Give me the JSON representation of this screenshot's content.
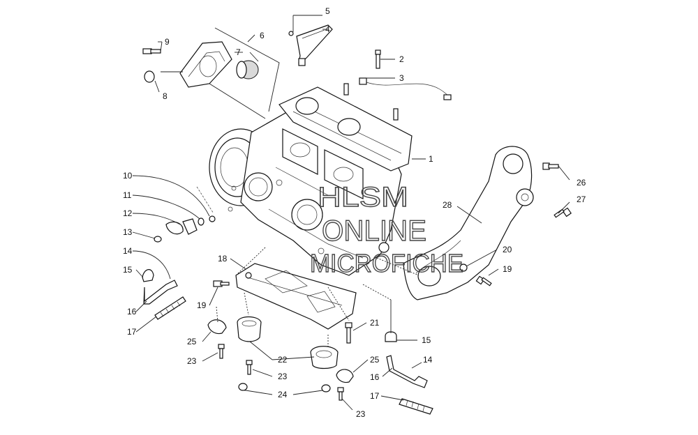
{
  "watermark": {
    "line1": "HLSM",
    "line2": "ONLINE",
    "line3": "MICROFICHE"
  },
  "callouts": [
    {
      "id": "c1",
      "number": "1"
    },
    {
      "id": "c2",
      "number": "2"
    },
    {
      "id": "c3",
      "number": "3"
    },
    {
      "id": "c4",
      "number": "4"
    },
    {
      "id": "c5",
      "number": "5"
    },
    {
      "id": "c6",
      "number": "6"
    },
    {
      "id": "c7",
      "number": "7"
    },
    {
      "id": "c8",
      "number": "8"
    },
    {
      "id": "c9",
      "number": "9"
    },
    {
      "id": "c10",
      "number": "10"
    },
    {
      "id": "c11",
      "number": "11"
    },
    {
      "id": "c12",
      "number": "12"
    },
    {
      "id": "c13",
      "number": "13"
    },
    {
      "id": "c14a",
      "number": "14"
    },
    {
      "id": "c15a",
      "number": "15"
    },
    {
      "id": "c16a",
      "number": "16"
    },
    {
      "id": "c17a",
      "number": "17"
    },
    {
      "id": "c18",
      "number": "18"
    },
    {
      "id": "c19a",
      "number": "19"
    },
    {
      "id": "c19b",
      "number": "19"
    },
    {
      "id": "c20",
      "number": "20"
    },
    {
      "id": "c21",
      "number": "21"
    },
    {
      "id": "c22",
      "number": "22"
    },
    {
      "id": "c23a",
      "number": "23"
    },
    {
      "id": "c23b",
      "number": "23"
    },
    {
      "id": "c23c",
      "number": "23"
    },
    {
      "id": "c24",
      "number": "24"
    },
    {
      "id": "c25a",
      "number": "25"
    },
    {
      "id": "c25b",
      "number": "25"
    },
    {
      "id": "c26",
      "number": "26"
    },
    {
      "id": "c27",
      "number": "27"
    },
    {
      "id": "c28",
      "number": "28"
    },
    {
      "id": "c15b",
      "number": "15"
    },
    {
      "id": "c14b",
      "number": "14"
    },
    {
      "id": "c16b",
      "number": "16"
    },
    {
      "id": "c17b",
      "number": "17"
    }
  ]
}
